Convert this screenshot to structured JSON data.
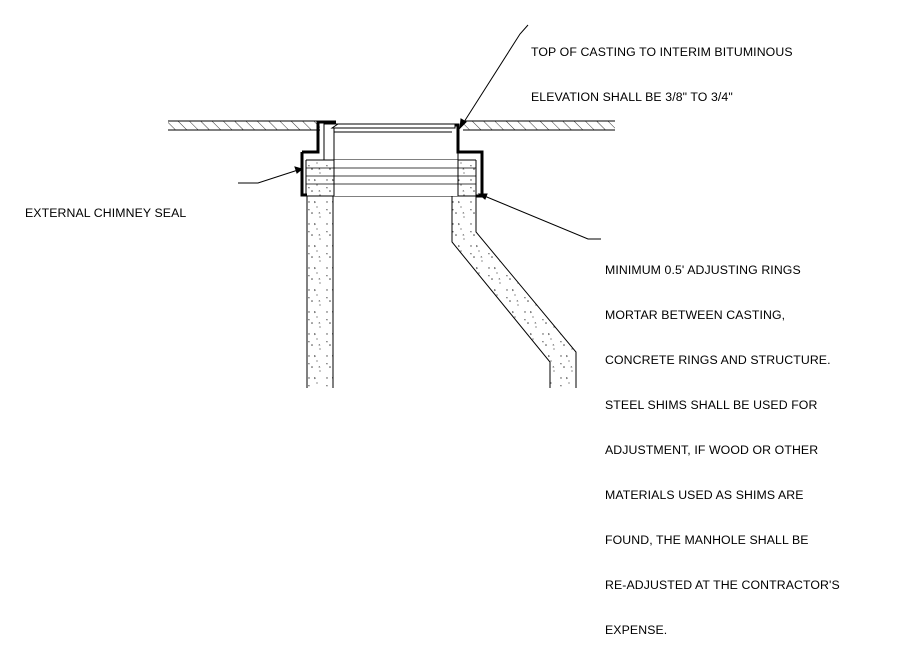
{
  "notes": {
    "casting_elevation": {
      "lines": [
        "TOP OF CASTING TO INTERIM BITUMINOUS",
        "ELEVATION SHALL BE 3/8\" TO 3/4\""
      ]
    },
    "chimney_seal": {
      "lines": [
        "EXTERNAL CHIMNEY SEAL"
      ]
    },
    "adjusting_rings": {
      "lines": [
        "MINIMUM 0.5' ADJUSTING RINGS",
        "MORTAR BETWEEN CASTING,",
        "CONCRETE RINGS AND STRUCTURE.",
        "STEEL SHIMS SHALL BE USED FOR",
        "ADJUSTMENT, IF WOOD OR OTHER",
        "MATERIALS USED AS SHIMS ARE",
        "FOUND, THE MANHOLE SHALL BE",
        "RE-ADJUSTED AT THE CONTRACTOR'S",
        "EXPENSE."
      ]
    }
  },
  "colors": {
    "ink": "#000000",
    "paper": "#ffffff",
    "concrete_speckle": "#444444"
  }
}
